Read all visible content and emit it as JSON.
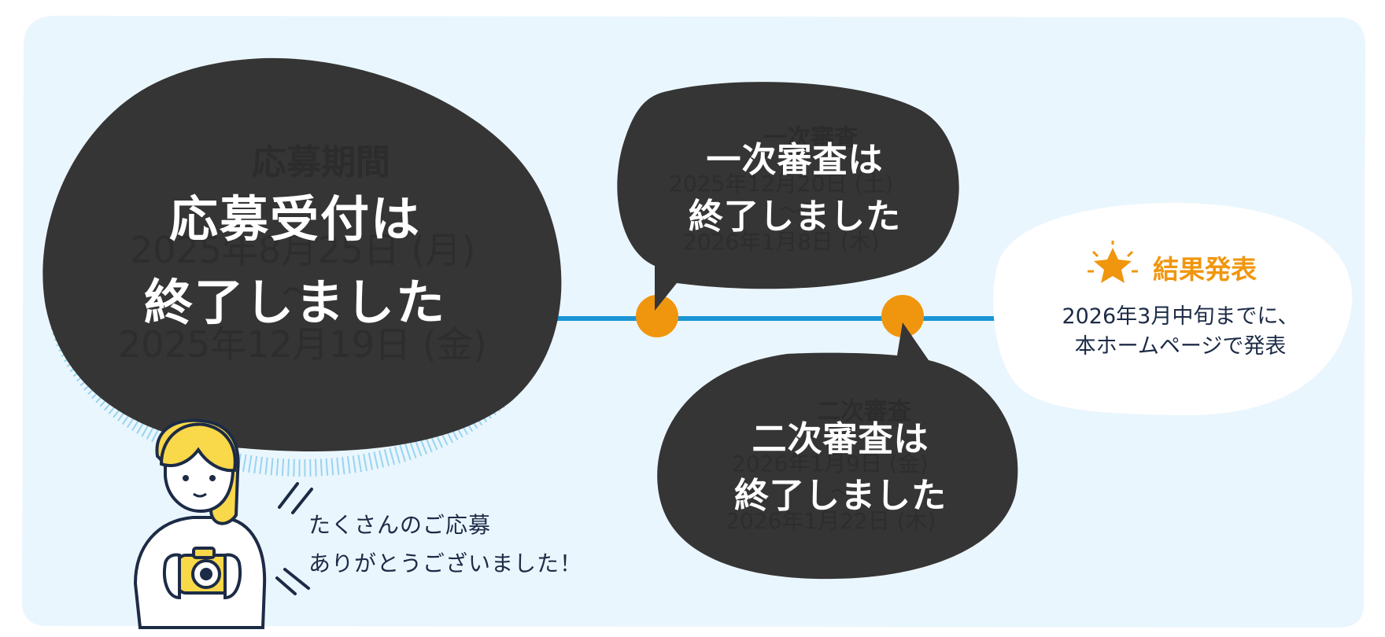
{
  "application_period": {
    "title": "応募期間",
    "start_date": "2025年8月25日 (月)",
    "range_mark": "〜",
    "end_date": "2025年12月19日 (金)",
    "closed_line1": "応募受付は",
    "closed_line2": "終了しました"
  },
  "first_review": {
    "title": "一次審査",
    "start_date": "2025年12月20日 (土)",
    "range_mark": "〜",
    "end_date": "2026年1月8日 (木)",
    "closed_line1": "一次審査は",
    "closed_line2": "終了しました"
  },
  "second_review": {
    "title": "二次審査",
    "start_date": "2026年1月9日 (金)",
    "range_mark": "〜",
    "end_date": "2026年1月22日 (木)",
    "closed_line1": "二次審査は",
    "closed_line2": "終了しました"
  },
  "results": {
    "title": "結果発表",
    "line1": "2026年3月中旬までに、",
    "line2": "本ホームページで発表"
  },
  "thanks": {
    "line1": "たくさんのご応募",
    "line2": "ありがとうございました！"
  },
  "colors": {
    "panel_background": "#eaf6fd",
    "timeline_line": "#1b95d6",
    "milestone_dot": "#f0960e",
    "bubble": "#353535",
    "result_accent": "#f0960e",
    "text_navy": "#1c2b46",
    "hair_yellow": "#f9d84a"
  },
  "icons": {
    "application_period": "form-pencil-icon",
    "first_review": "people-icon",
    "second_review": "pencil-paper-icon",
    "results": "star-burst-icon"
  }
}
